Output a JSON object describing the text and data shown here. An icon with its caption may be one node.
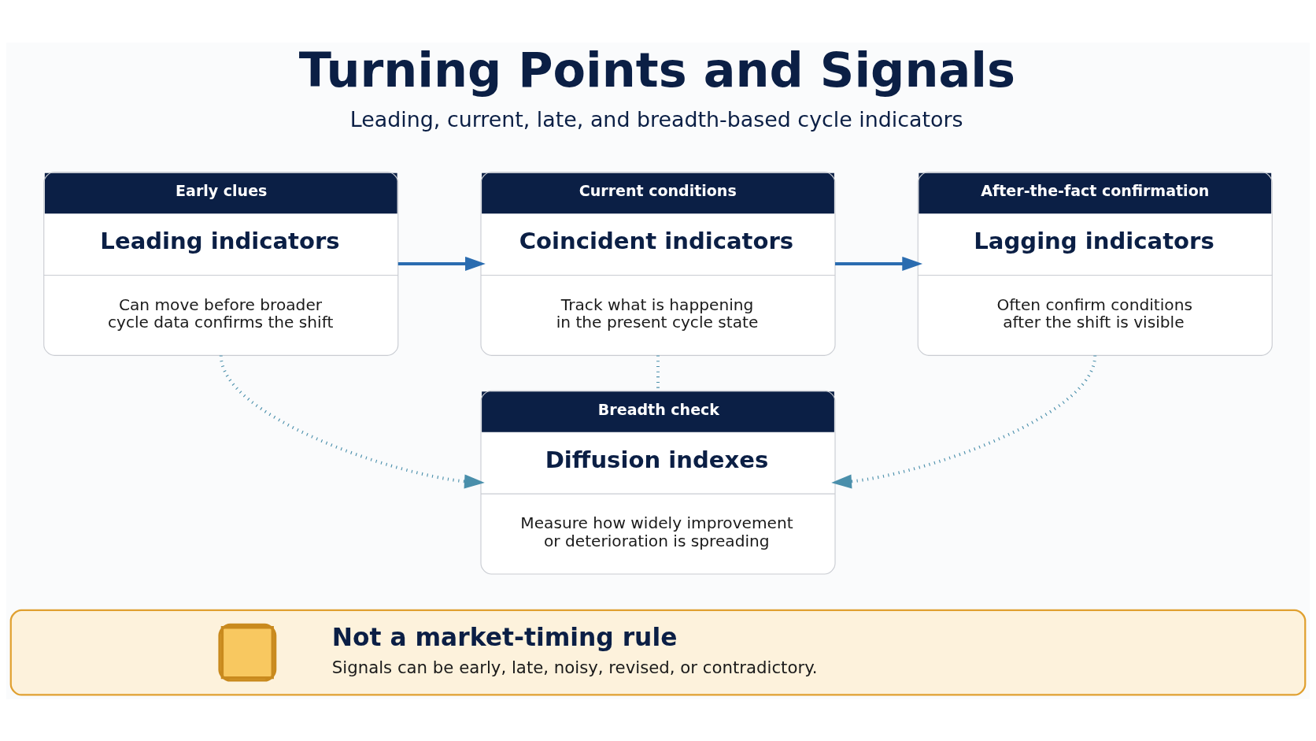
{
  "diagram": {
    "title": "Turning Points and Signals",
    "nodes": [
      {
        "text": [
          "Early clues",
          "Leading indicators",
          "Can move before broader cycle data confirms the shift"
        ]
      },
      {
        "text": [
          "Current conditions",
          "Coincident indicators",
          "Track what is happening in the present cycle state"
        ]
      },
      {
        "text": [
          "After-the-fact confirmation",
          "Lagging indicators",
          "Often confirm conditions after the shift is visible"
        ]
      },
      {
        "text": [
          "Breadth check",
          "Diffusion indexes",
          "Measure how widely improvement or deterioration is spreading"
        ]
      },
      {
        "text": [
          "Not a market-timing rule",
          "Signals can be early, late, noisy, revised, or contradictory."
        ]
      }
    ],
    "edges": [
      {
        "from": 0,
        "to": 1,
        "arrow": "to",
        "color": "#2a6cb0"
      },
      {
        "from": 1,
        "to": 2,
        "arrow": "to",
        "color": "#2a6cb0"
      },
      {
        "from": 0,
        "to": 3,
        "arrow": "to",
        "style": "dashed"
      },
      {
        "from": 1,
        "to": 3,
        "arrow": "none",
        "style": "dashed"
      },
      {
        "from": 2,
        "to": 3,
        "arrow": "to",
        "style": "dashed"
      }
    ],
    "labels": [
      "Leading, current, late, and breadth-based cycle indicators"
    ]
  }
}
